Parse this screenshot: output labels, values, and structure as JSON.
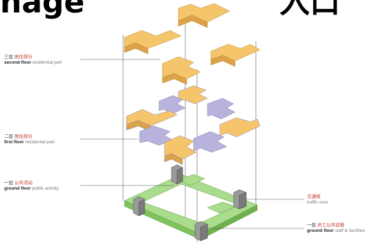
{
  "heading": {
    "left": "nage",
    "right": "入口"
  },
  "labels": {
    "second_floor": {
      "cn_level": "三层",
      "cn_name": "居住部分",
      "en_level": "second floor",
      "en_name": "residential part"
    },
    "first_floor": {
      "cn_level": "二层",
      "cn_name": "居住部分",
      "en_level": "first floor",
      "en_name": "residential part"
    },
    "ground_public": {
      "cn_level": "一层",
      "cn_name": "公共活动",
      "en_level": "ground floor",
      "en_name": "public activity"
    },
    "traffic_core": {
      "cn_level": "",
      "cn_name": "交通核",
      "en_level": "",
      "en_name": "traffic core"
    },
    "ground_staff": {
      "cn_level": "一层",
      "cn_name": "员工公共设施",
      "en_level": "ground floor",
      "en_name": "staff & facilities"
    }
  },
  "colors": {
    "residential_orange": "#f5c56b",
    "residential_purple": "#b7b3dc",
    "public_green": "#a9dc8c",
    "core_grey": "#8a8a8a"
  }
}
